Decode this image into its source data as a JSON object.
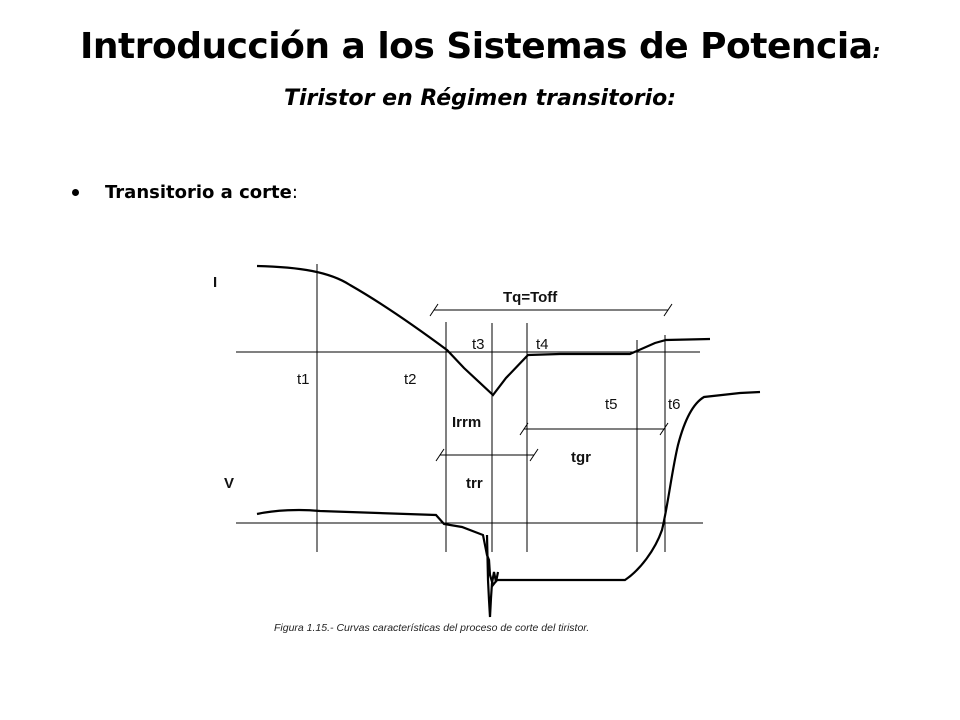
{
  "slide": {
    "title": "Introducción a los Sistemas de Potencia",
    "title_colon": ":",
    "subtitle": "Tiristor en Régimen transitorio:",
    "bullet_bold": "Transitorio a corte",
    "bullet_suffix": ":"
  },
  "figure": {
    "labels": {
      "current_axis": "I",
      "voltage_axis": "V",
      "tq": "Tq=Toff",
      "t1": "t1",
      "t2": "t2",
      "t3": "t3",
      "t4": "t4",
      "t5": "t5",
      "t6": "t6",
      "irrm": "Irrm",
      "trr": "trr",
      "tgr": "tgr"
    },
    "caption": "Figura 1.15.- Curvas características del proceso de corte del tiristor."
  }
}
